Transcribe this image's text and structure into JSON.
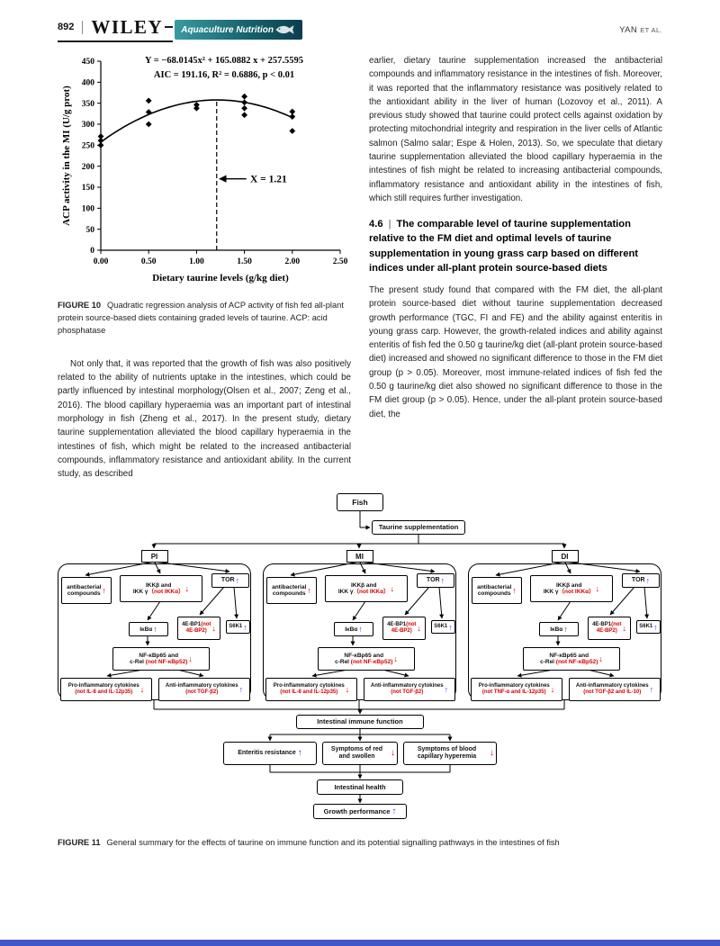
{
  "header": {
    "page_number": "892",
    "publisher": "WILEY",
    "journal_banner": "Aquaculture Nutrition",
    "running_head_name": "YAN",
    "running_head_suffix": "ET AL."
  },
  "chart_data": {
    "type": "scatter",
    "equation": "Y = −68.0145x² + 165.0882 x + 257.5595",
    "stats": "AIC = 191.16, R² = 0.6886, p < 0.01",
    "xlabel": "Dietary taurine levels (g/kg diet)",
    "ylabel": "ACP activity in the MI (U/g prot)",
    "xlim": [
      0,
      2.5
    ],
    "ylim": [
      0,
      450
    ],
    "xticks": [
      0,
      0.5,
      1.0,
      1.5,
      2.0,
      2.5
    ],
    "yticks": [
      0,
      50,
      100,
      150,
      200,
      250,
      300,
      350,
      400,
      450
    ],
    "grid": false,
    "marker": "diamond",
    "points": [
      [
        0,
        250
      ],
      [
        0,
        261
      ],
      [
        0,
        271
      ],
      [
        0.5,
        300
      ],
      [
        0.5,
        329
      ],
      [
        0.5,
        356
      ],
      [
        1.0,
        338
      ],
      [
        1.0,
        346
      ],
      [
        1.5,
        322
      ],
      [
        1.5,
        338
      ],
      [
        1.5,
        352
      ],
      [
        1.5,
        366
      ],
      [
        2.0,
        284
      ],
      [
        2.0,
        318
      ],
      [
        2.0,
        330
      ]
    ],
    "fit_coeffs": [
      -68.0145,
      165.0882,
      257.5595
    ],
    "vline_x": 1.21,
    "annotation": "X = 1.21"
  },
  "figure10_caption": {
    "label": "FIGURE 10",
    "text": "Quadratic regression analysis of ACP activity of fish fed all-plant protein source-based diets containing graded levels of taurine. ACP: acid phosphatase"
  },
  "left_column": {
    "paragraph": "Not only that, it was reported that the growth of fish was also positively related to the ability of nutrients uptake in the intestines, which could be partly influenced by intestinal morphology(Olsen et al., 2007; Zeng et al., 2016). The blood capillary hyperaemia was an important part of intestinal morphology in fish (Zheng et al., 2017). In the present study, dietary taurine supplementation alleviated the blood capillary hyperaemia in the intestines of fish, which might be related to the increased antibacterial compounds, inflammatory resistance and antioxidant ability. In the current study, as described"
  },
  "right_column": {
    "paragraph1": "earlier, dietary taurine supplementation increased the antibacterial compounds and inflammatory resistance in the intestines of fish. Moreover, it was reported that the inflammatory resistance was positively related to the antioxidant ability in the liver of human (Lozovoy et al., 2011). A previous study showed that taurine could protect cells against oxidation by protecting mitochondrial integrity and respiration in the liver cells of Atlantic salmon (Salmo salar; Espe & Holen, 2013). So, we speculate that dietary taurine supplementation alleviated the blood capillary hyperaemia in the intestines of fish might be related to increasing antibacterial compounds, inflammatory resistance and antioxidant ability in the intestines of fish, which still requires further investigation.",
    "section_number": "4.6",
    "section_sep": "|",
    "section_title": "The comparable level of taurine supplementation relative to the FM diet and optimal levels of taurine supplementation in young grass carp based on different indices under all-plant protein source-based diets",
    "paragraph2": "The present study found that compared with the FM diet, the all-plant protein source-based diet without taurine supplementation decreased growth performance (TGC, FI and FE) and the ability against enteritis in young grass carp. However, the growth-related indices and ability against enteritis of fish fed the 0.50 g taurine/kg diet (all-plant protein source-based diet) increased and showed no significant difference to those in the FM diet group (p > 0.05). Moreover, most immune-related indices of fish fed the 0.50 g taurine/kg diet also showed no significant difference to those in the FM diet group (p > 0.05). Hence, under the all-plant protein source-based diet, the"
  },
  "figure11": {
    "fish_label": "Fish",
    "taurine_label": "Taurine supplementation",
    "panels": [
      {
        "label": "PI",
        "antibacterial_line1": "antibacterial",
        "antibacterial_line2": "compounds",
        "antibacterial_arrow": "↑",
        "ikk_line1": "IKKβ and",
        "ikk_line2": "IKK γ",
        "ikk_red": "（not IKKα）",
        "ikk_arrow": "↓",
        "tor": "TOR",
        "tor_arrow": "↑",
        "ikba": "IκBα",
        "ikba_arrow": "↑",
        "ebp_black": "4E-BP1",
        "ebp_red1": "(not",
        "ebp_red2": "4E-BP2)",
        "ebp_arrow": "↓",
        "s6k1": "S6K1",
        "s6k1_arrow": "↑",
        "nfkb_line1": "NF-κBp65 and",
        "nfkb_line2": "c-Rel ",
        "nfkb_red": "(not NF-κBp52)",
        "nfkb_arrow": "↓",
        "pro_text": "Pro-inflammatory cytokines",
        "pro_red": "(not IL-8 and IL-12p35)",
        "pro_arrow": "↓",
        "anti_text": "Anti-inflammatory cytokines",
        "anti_red": "(not TGF-β2)",
        "anti_arrow": "↑"
      },
      {
        "label": "MI",
        "antibacterial_line1": "antibacterial",
        "antibacterial_line2": "compounds",
        "antibacterial_arrow": "↑",
        "ikk_line1": "IKKβ and",
        "ikk_line2": "IKK γ",
        "ikk_red": "（not IKKα）",
        "ikk_arrow": "↓",
        "tor": "TOR",
        "tor_arrow": "↑",
        "ikba": "IκBα",
        "ikba_arrow": "↑",
        "ebp_black": "4E-BP1",
        "ebp_red1": "(not",
        "ebp_red2": "4E-BP2)",
        "ebp_arrow": "↓",
        "s6k1": "S6K1",
        "s6k1_arrow": "↑",
        "nfkb_line1": "NF-κBp65 and",
        "nfkb_line2": "c-Rel ",
        "nfkb_red": "(not NF-κBp52)",
        "nfkb_arrow": "↓",
        "pro_text": "Pro-inflammatory cytokines",
        "pro_red": "(not IL-8 and IL-12p35)",
        "pro_arrow": "↓",
        "anti_text": "Anti-inflammatory cytokines",
        "anti_red": "(not TGF-β2)",
        "anti_arrow": "↑"
      },
      {
        "label": "DI",
        "antibacterial_line1": "antibacterial",
        "antibacterial_line2": "compounds",
        "antibacterial_arrow": "↑",
        "ikk_line1": "IKKβ and",
        "ikk_line2": "IKK γ",
        "ikk_red": "（not IKKα）",
        "ikk_arrow": "↓",
        "tor": "TOR",
        "tor_arrow": "↑",
        "ikba": "IκBα",
        "ikba_arrow": "↑",
        "ebp_black": "4E-BP1",
        "ebp_red1": "(not",
        "ebp_red2": "4E-BP2)",
        "ebp_arrow": "↓",
        "s6k1": "S6K1",
        "s6k1_arrow": "↑",
        "nfkb_line1": "NF-κBp65 and",
        "nfkb_line2": "c-Rel ",
        "nfkb_red": "(not NF-κBp52)",
        "nfkb_arrow": "↓",
        "pro_text": "Pro-inflammatory cytokines",
        "pro_red": "(not TNF-α and IL-12p35)",
        "pro_arrow": "↓",
        "anti_text": "Anti-inflammatory cytokines",
        "anti_red": "(not TGF-β2 and IL-10)",
        "anti_arrow": "↑"
      }
    ],
    "immune_label": "Intestinal immune function",
    "outcomes": [
      {
        "text": "Enteritis resistance",
        "arrow": "↑"
      },
      {
        "text": "Symptoms of red and swollen",
        "arrow": "↓"
      },
      {
        "text": "Symptoms of blood capillary hyperemia",
        "arrow": "↓"
      }
    ],
    "health_label": "Intestinal health",
    "growth_label": "Growth performance",
    "growth_arrow": "↑",
    "caption_label": "FIGURE 11",
    "caption_text": "General summary for the effects of taurine on immune function and its potential signalling pathways in the intestines of fish"
  },
  "colors": {
    "up_arrow": "#1f4fd8",
    "down_arrow": "#d40000",
    "banner_teal": "#17646e",
    "bottom_bar": "#4156c8"
  }
}
